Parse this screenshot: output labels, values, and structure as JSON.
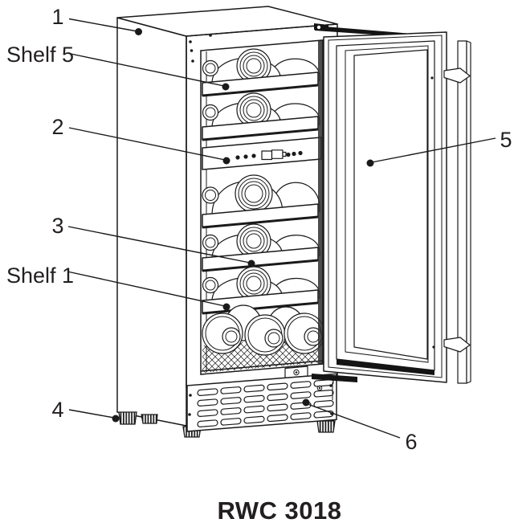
{
  "diagram": {
    "product_title": "RWC 3018",
    "callouts": [
      {
        "id": "1",
        "label": "1"
      },
      {
        "id": "shelf-5",
        "label": "Shelf 5"
      },
      {
        "id": "2",
        "label": "2"
      },
      {
        "id": "3",
        "label": "3"
      },
      {
        "id": "shelf-1",
        "label": "Shelf 1"
      },
      {
        "id": "4",
        "label": "4"
      },
      {
        "id": "5",
        "label": "5"
      },
      {
        "id": "6",
        "label": "6"
      }
    ],
    "colors": {
      "line": "#1a1a1a",
      "text": "#231f20",
      "background": "#ffffff"
    }
  }
}
